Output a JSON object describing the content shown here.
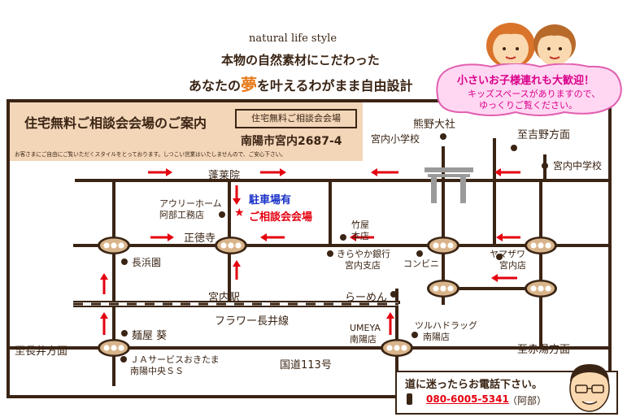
{
  "header": {
    "tagline": "natural life style",
    "line1": "本物の自然素材にこだわった",
    "line2_pre": "あなたの",
    "line2_highlight": "夢",
    "line2_post": "を叶えるわがまま自由設計"
  },
  "kids_bubble": {
    "title": "小さいお子様連れも大歓迎！",
    "line1": "キッズスペースがありますので、",
    "line2": "ゆっくりご覧ください。"
  },
  "info_panel": {
    "title": "住宅無料ご相談会会場のご案内",
    "badge": "住宅無料ご相談会会場",
    "address": "南陽市宮内2687-4",
    "note": "お客さまにご自由にご覧いただくスタイルをとっております。しつこい営業はいたしませんので、ご安心下さい。"
  },
  "map": {
    "landmarks": {
      "kumano": "熊野大社",
      "miyauchi_elem": "宮内小学校",
      "yoshino": "至吉野方面",
      "miyauchi_jhs": "宮内中学校",
      "horaiin": "蓬莱院",
      "parking": "駐車場有",
      "venue": "ご相談会会場",
      "awry_1": "アウリーホーム",
      "awry_2": "阿部工務店",
      "shotokuji": "正徳寺",
      "takeya_1": "竹屋",
      "takeya_2": "本店",
      "kirayaka_1": "きらやか銀行",
      "kirayaka_2": "宮内支店",
      "convenience": "コンビニ",
      "yamazawa_1": "ヤマザワ",
      "yamazawa_2": "宮内店",
      "nagahamaen": "長浜園",
      "miyauchi_station": "宮内駅",
      "ramen": "らーめん",
      "flower_line": "フラワー長井線",
      "menya": "麺屋 葵",
      "umeya_1": "UMEYA",
      "umeya_2": "南陽店",
      "tsuruha_1": "ツルハドラッグ",
      "tsuruha_2": "南陽店",
      "nagai": "至長井方面",
      "akayu": "至赤湯方面",
      "ja_1": "ＪＡサービスおきたま",
      "ja_2": "南陽中央ＳＳ",
      "route113": "国道113号"
    }
  },
  "contact": {
    "line": "道に迷ったらお電話下さい。",
    "phone": "080-6005-5341",
    "name": "（阿部）"
  },
  "colors": {
    "road": "#3a2414",
    "arrow": "#e4000f",
    "panel": "#f3d6b8",
    "bubble": "#ffd7f2",
    "bubble_border": "#e060b0",
    "signal": "#d9b48a",
    "parking_text": "#1a32c8",
    "dream": "#e87b1c"
  }
}
